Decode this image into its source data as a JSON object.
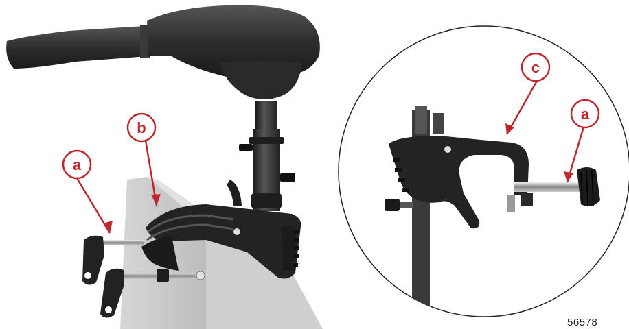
{
  "figure": {
    "figure_number": "56578",
    "callouts": {
      "a_left": "a",
      "b": "b",
      "c": "c",
      "a_right": "a"
    },
    "colors": {
      "callout_red": "#c0272d",
      "motor_dark": "#2a2a2a",
      "board_gray": "#c9c9c9"
    }
  }
}
